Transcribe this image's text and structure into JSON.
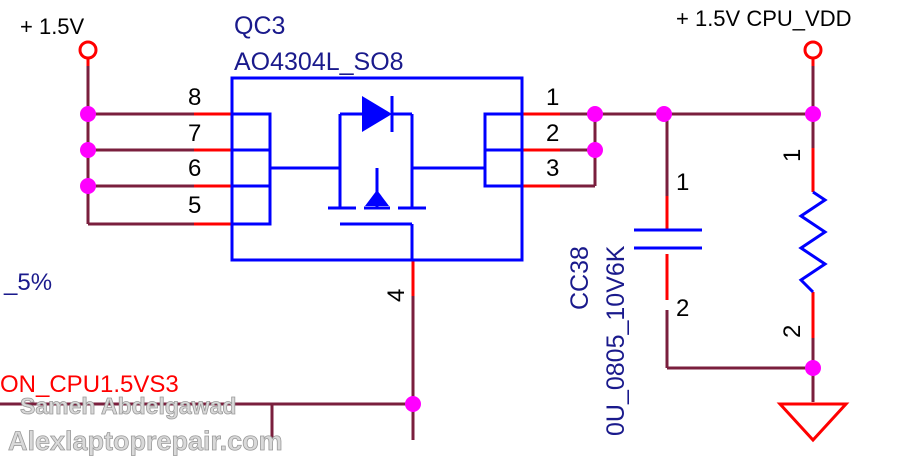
{
  "rails": {
    "left": "+ 1.5V",
    "right": "+ 1.5V CPU_VDD"
  },
  "mosfet": {
    "ref": "QC3",
    "part": "AO4304L_SO8",
    "pins_left": [
      "8",
      "7",
      "6",
      "5"
    ],
    "pins_right": [
      "1",
      "2",
      "3"
    ],
    "pin_gate": "4"
  },
  "capacitor": {
    "ref": "CC38",
    "value": "0U_0805_10V6K",
    "pin_top": "1",
    "pin_bottom": "2"
  },
  "resistor": {
    "pin_top": "1",
    "pin_bottom": "2"
  },
  "fragments": {
    "left_partial": "_5%",
    "net_partial": "ON_CPU1.5VS3"
  },
  "watermark": {
    "line1": "Sameh Abdelgawad",
    "line2": "Alexlaptoprepair.com"
  },
  "colors": {
    "wire": "#7a1f3d",
    "pin": "#ff0000",
    "symbol": "#0000ff",
    "text": "#000000",
    "ref_text": "#1a1a8c",
    "junction": "#ff00ff"
  }
}
